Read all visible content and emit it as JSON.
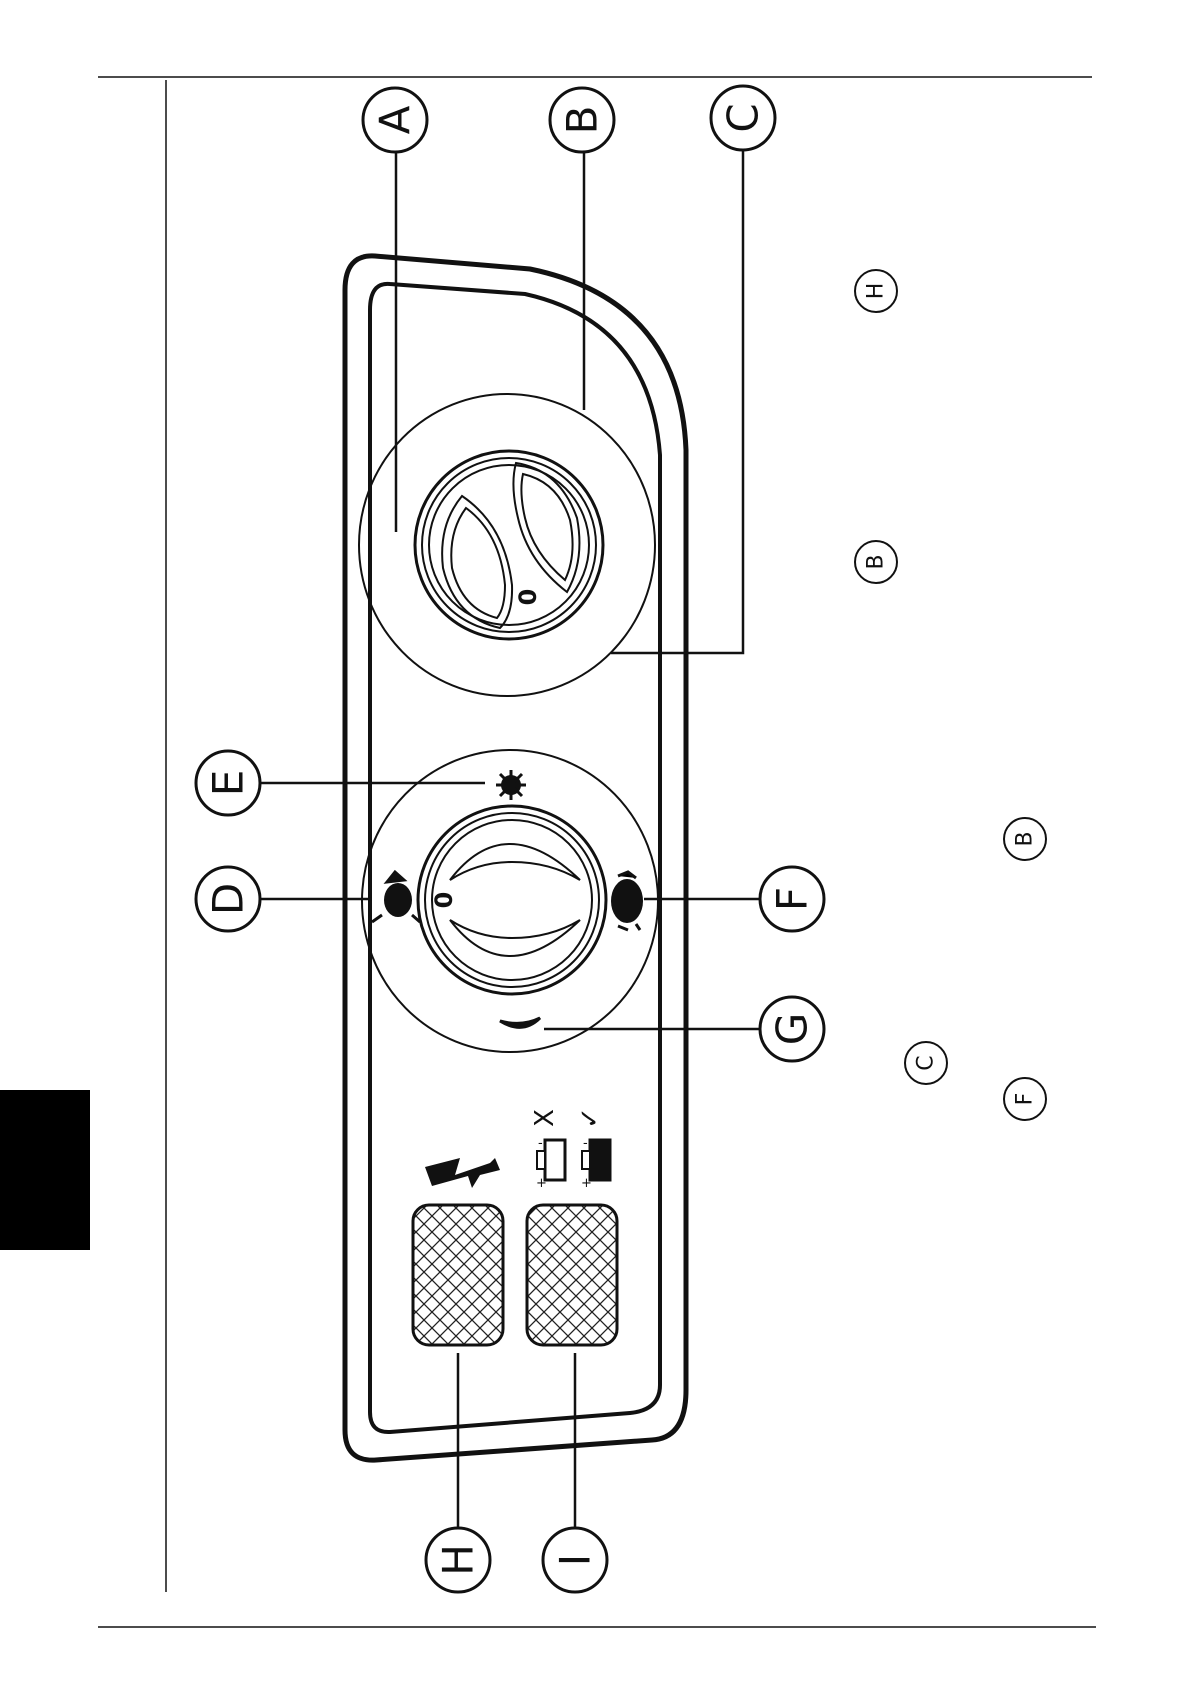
{
  "callouts": [
    {
      "id": "a",
      "label": "A"
    },
    {
      "id": "b",
      "label": "B"
    },
    {
      "id": "c",
      "label": "C"
    },
    {
      "id": "d",
      "label": "D"
    },
    {
      "id": "e",
      "label": "E"
    },
    {
      "id": "f",
      "label": "F"
    },
    {
      "id": "g",
      "label": "G"
    },
    {
      "id": "h",
      "label": "H"
    },
    {
      "id": "i",
      "label": "I"
    }
  ],
  "references": {
    "h": "H",
    "b1": "B",
    "b2": "B",
    "c": "C",
    "f": "F"
  },
  "knob_markings": {
    "upper_knob_zero": "0",
    "lower_knob_zero": "0",
    "battery_bad": "X",
    "battery_good": "✓"
  },
  "page_tab_color": "#000000"
}
